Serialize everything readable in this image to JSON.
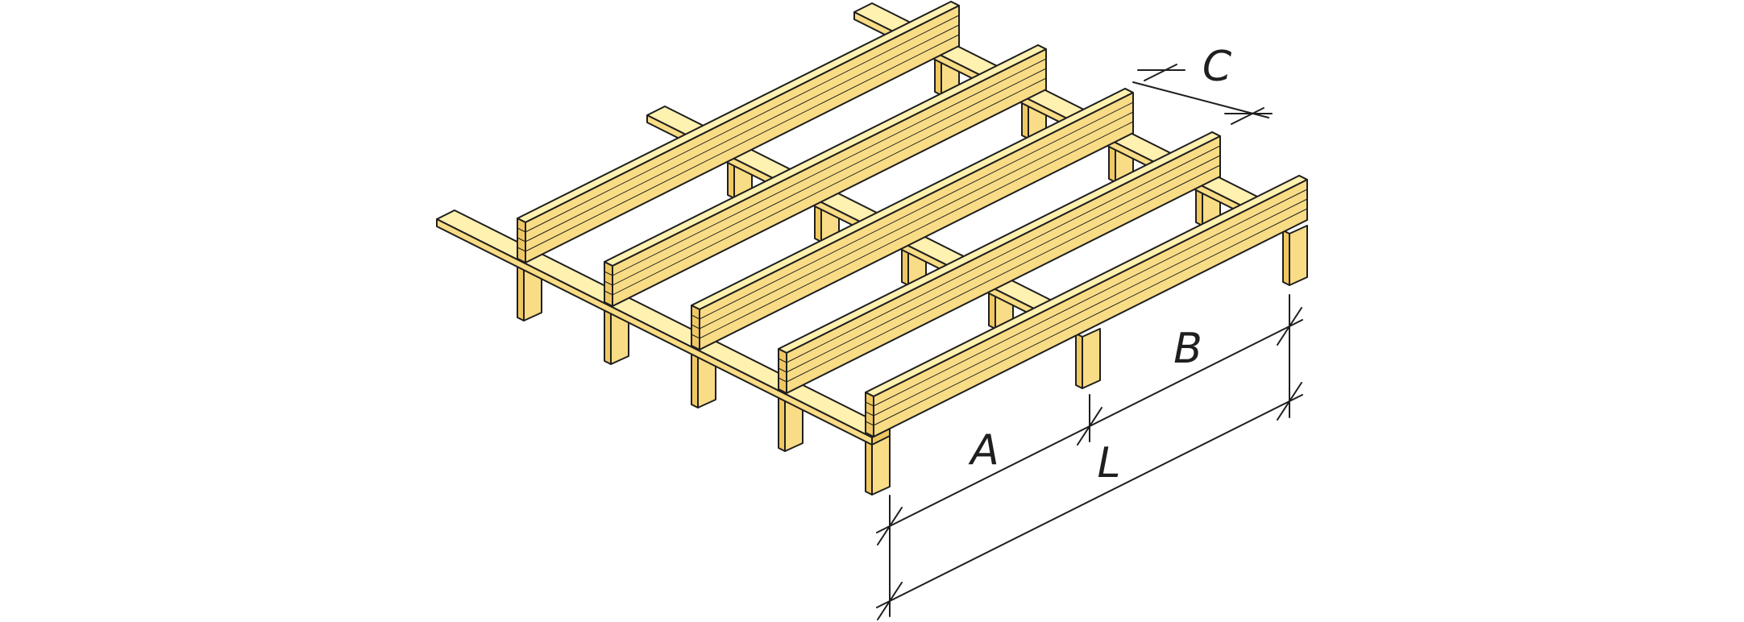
{
  "dimensions": {
    "A": "A",
    "B": "B",
    "L": "L",
    "C": "C"
  },
  "colors": {
    "wood_top": "#fff1b0",
    "wood_side": "#f9dc86",
    "wood_end": "#f0c862",
    "outline": "#1f1f1f"
  },
  "structure": {
    "joist_count": 5,
    "bearer_count": 3,
    "post_count": 15
  }
}
